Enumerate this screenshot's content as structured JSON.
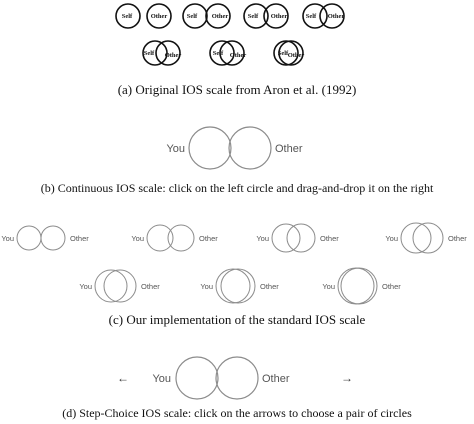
{
  "colors": {
    "ink": "#111111",
    "circle_light": "#8c8c8c",
    "label_light": "#555555",
    "background": "#ffffff"
  },
  "panel_a": {
    "caption": "(a) Original IOS scale from Aron et al. (1992)",
    "self_label": "Self",
    "other_label": "Other"
  },
  "panel_b": {
    "caption": "(b) Continuous IOS scale: click on the left circle and drag-and-drop it on the right",
    "you_label": "You",
    "other_label": "Other"
  },
  "panel_c": {
    "caption": "(c) Our implementation of the standard IOS scale",
    "you_label": "You",
    "other_label": "Other"
  },
  "panel_d": {
    "caption": "(d) Step-Choice IOS scale: click on the arrows to choose a pair of circles",
    "you_label": "You",
    "other_label": "Other",
    "left_arrow": "←",
    "right_arrow": "→"
  }
}
